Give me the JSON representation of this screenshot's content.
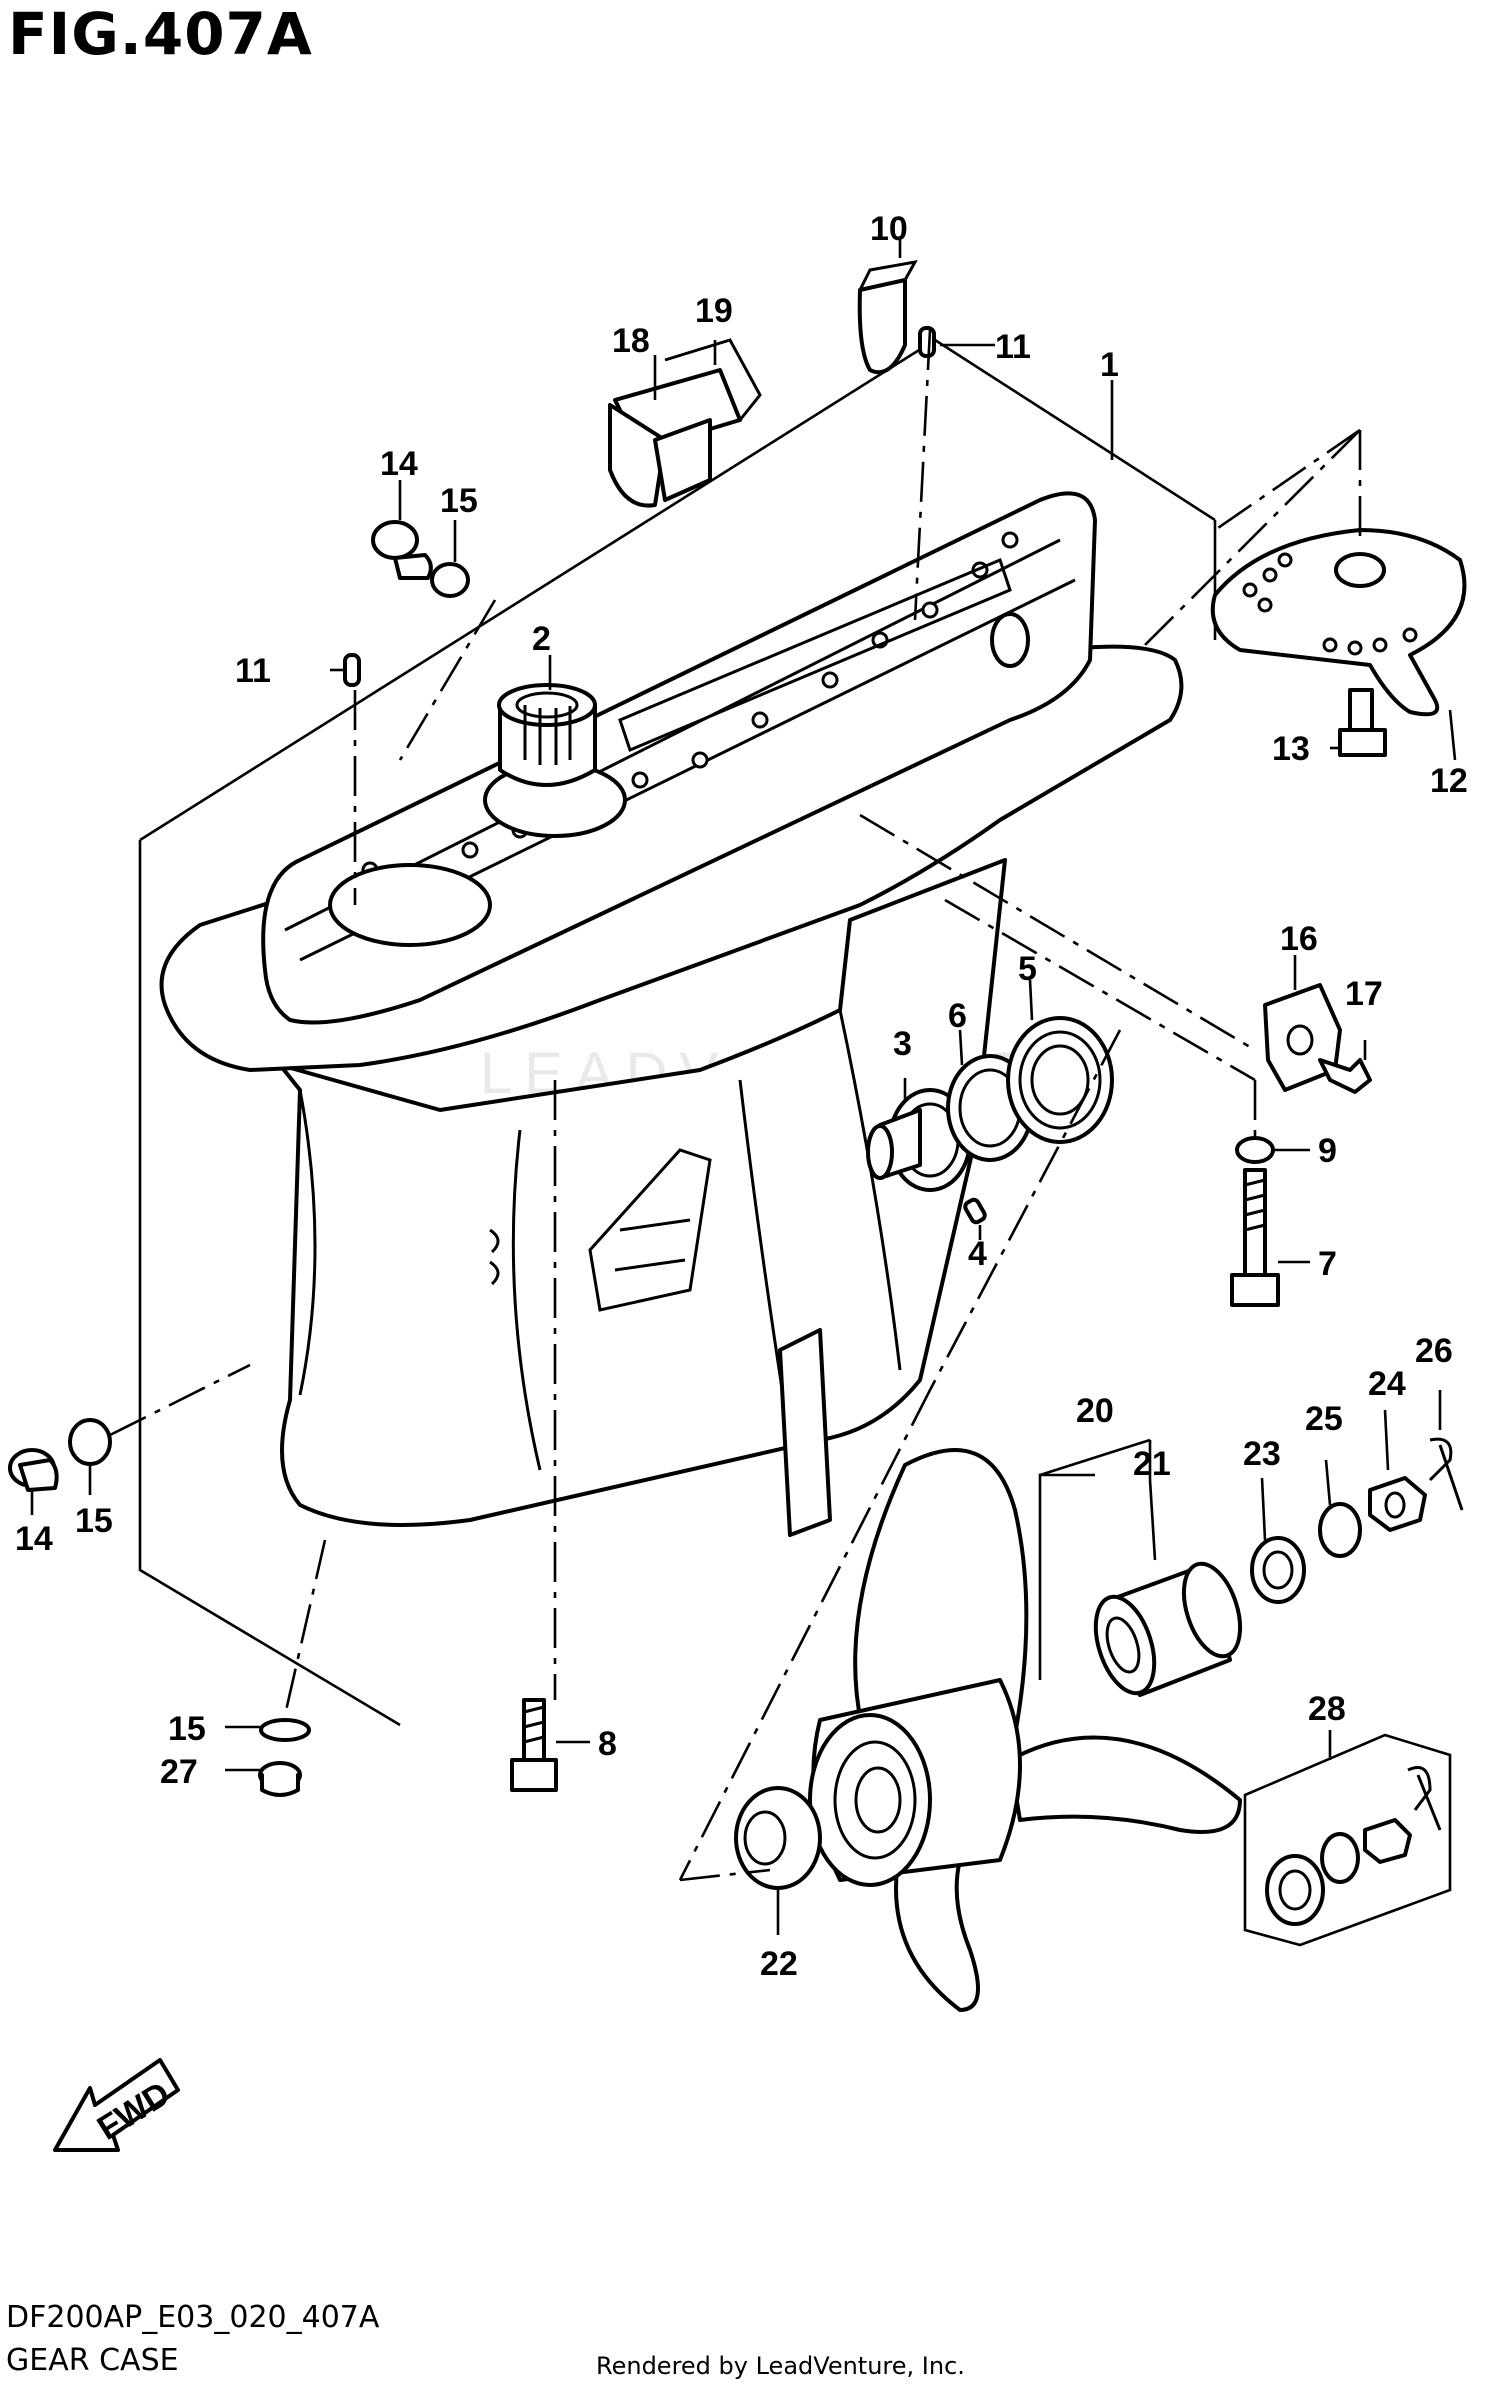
{
  "figure": {
    "title": "FIG.407A",
    "code": "DF200AP_E03_020_407A",
    "caption": "GEAR CASE",
    "rendered_by": "Rendered by LeadVenture, Inc.",
    "watermark": "LEADVENTURE",
    "direction_label": "FWD"
  },
  "callouts": [
    {
      "id": "c1",
      "label": "1"
    },
    {
      "id": "c2",
      "label": "2"
    },
    {
      "id": "c3",
      "label": "3"
    },
    {
      "id": "c4",
      "label": "4"
    },
    {
      "id": "c5",
      "label": "5"
    },
    {
      "id": "c6",
      "label": "6"
    },
    {
      "id": "c7",
      "label": "7"
    },
    {
      "id": "c8",
      "label": "8"
    },
    {
      "id": "c9",
      "label": "9"
    },
    {
      "id": "c10",
      "label": "10"
    },
    {
      "id": "c11a",
      "label": "11"
    },
    {
      "id": "c11b",
      "label": "11"
    },
    {
      "id": "c12",
      "label": "12"
    },
    {
      "id": "c13",
      "label": "13"
    },
    {
      "id": "c14a",
      "label": "14"
    },
    {
      "id": "c14b",
      "label": "14"
    },
    {
      "id": "c15a",
      "label": "15"
    },
    {
      "id": "c15b",
      "label": "15"
    },
    {
      "id": "c15c",
      "label": "15"
    },
    {
      "id": "c16",
      "label": "16"
    },
    {
      "id": "c17",
      "label": "17"
    },
    {
      "id": "c18",
      "label": "18"
    },
    {
      "id": "c19",
      "label": "19"
    },
    {
      "id": "c20",
      "label": "20"
    },
    {
      "id": "c21",
      "label": "21"
    },
    {
      "id": "c22",
      "label": "22"
    },
    {
      "id": "c23",
      "label": "23"
    },
    {
      "id": "c24",
      "label": "24"
    },
    {
      "id": "c25",
      "label": "25"
    },
    {
      "id": "c26",
      "label": "26"
    },
    {
      "id": "c27",
      "label": "27"
    },
    {
      "id": "c28",
      "label": "28"
    }
  ]
}
